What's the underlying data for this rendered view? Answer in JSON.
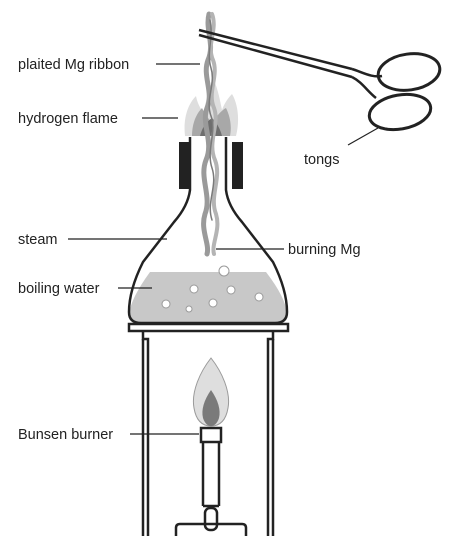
{
  "labels": {
    "ribbon": "plaited Mg ribbon",
    "hydrogen_flame": "hydrogen flame",
    "tongs": "tongs",
    "steam": "steam",
    "burning_mg": "burning Mg",
    "boiling_water": "boiling water",
    "bunsen": "Bunsen burner"
  },
  "colors": {
    "line": "#222222",
    "water": "#c8c8c8",
    "flame_light": "#dedede",
    "flame_mid": "#a8a8a8",
    "flame_dark": "#6e6e6e",
    "ribbon": "#9a9a9a",
    "stopper": "#222222"
  }
}
